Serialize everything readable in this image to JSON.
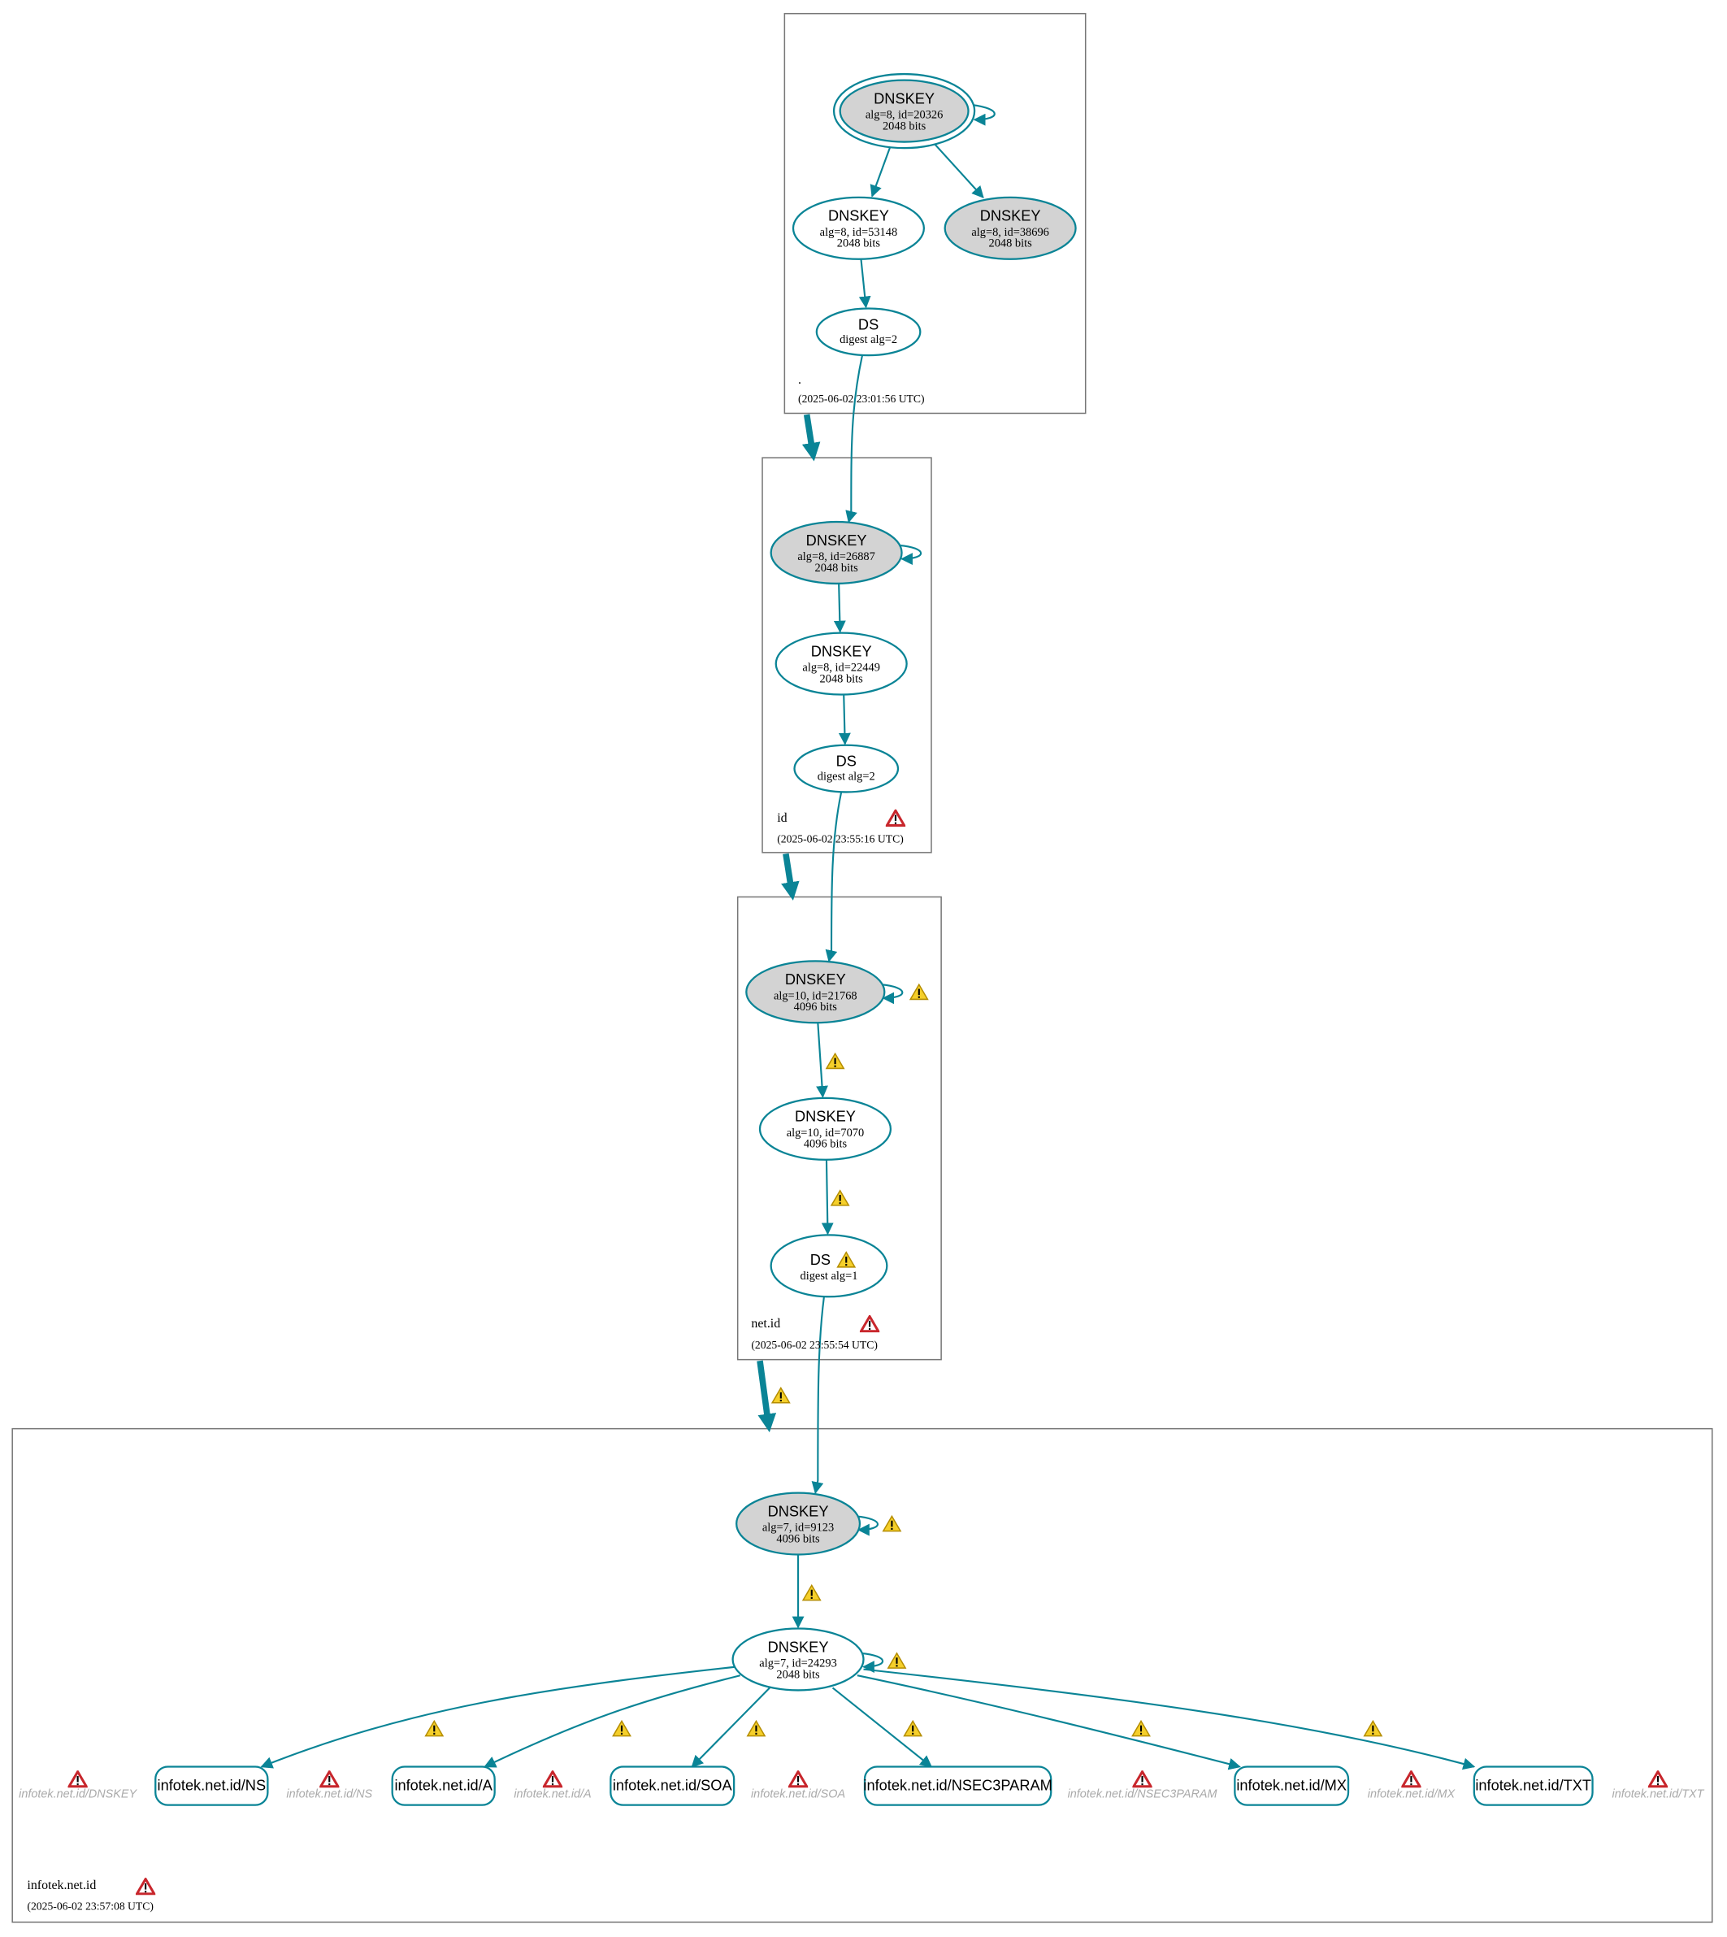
{
  "colors": {
    "edge": "#0a8496",
    "ksk_fill": "#d3d3d3",
    "warning": "#f2c200",
    "error": "#c8262c"
  },
  "zones": [
    {
      "name": ".",
      "timestamp": "(2025-06-02 23:01:56 UTC)",
      "nodes": [
        {
          "type": "DNSKEY",
          "line1": "alg=8, id=20326",
          "line2": "2048 bits"
        },
        {
          "type": "DNSKEY",
          "line1": "alg=8, id=53148",
          "line2": "2048 bits"
        },
        {
          "type": "DNSKEY",
          "line1": "alg=8, id=38696",
          "line2": "2048 bits"
        },
        {
          "type": "DS",
          "line1": "digest alg=2"
        }
      ]
    },
    {
      "name": "id",
      "timestamp": "(2025-06-02 23:55:16 UTC)",
      "nodes": [
        {
          "type": "DNSKEY",
          "line1": "alg=8, id=26887",
          "line2": "2048 bits"
        },
        {
          "type": "DNSKEY",
          "line1": "alg=8, id=22449",
          "line2": "2048 bits"
        },
        {
          "type": "DS",
          "line1": "digest alg=2"
        }
      ]
    },
    {
      "name": "net.id",
      "timestamp": "(2025-06-02 23:55:54 UTC)",
      "nodes": [
        {
          "type": "DNSKEY",
          "line1": "alg=10, id=21768",
          "line2": "4096 bits"
        },
        {
          "type": "DNSKEY",
          "line1": "alg=10, id=7070",
          "line2": "4096 bits"
        },
        {
          "type": "DS",
          "line1": "digest alg=1"
        }
      ]
    },
    {
      "name": "infotek.net.id",
      "timestamp": "(2025-06-02 23:57:08 UTC)",
      "nodes": [
        {
          "type": "DNSKEY",
          "line1": "alg=7, id=9123",
          "line2": "4096 bits"
        },
        {
          "type": "DNSKEY",
          "line1": "alg=7, id=24293",
          "line2": "2048 bits"
        }
      ],
      "rrsets": [
        "infotek.net.id/NS",
        "infotek.net.id/A",
        "infotek.net.id/SOA",
        "infotek.net.id/NSEC3PARAM",
        "infotek.net.id/MX",
        "infotek.net.id/TXT"
      ],
      "errors": [
        "infotek.net.id/DNSKEY",
        "infotek.net.id/NS",
        "infotek.net.id/A",
        "infotek.net.id/SOA",
        "infotek.net.id/NSEC3PARAM",
        "infotek.net.id/MX",
        "infotek.net.id/TXT"
      ]
    }
  ]
}
